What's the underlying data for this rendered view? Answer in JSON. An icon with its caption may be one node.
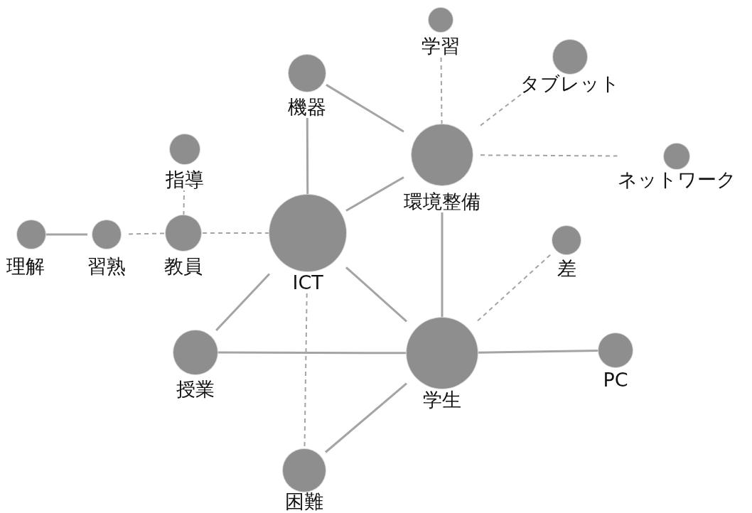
{
  "diagram": {
    "nodes": [
      {
        "text": [
          "ICT"
        ]
      },
      {
        "text": [
          "環境整備"
        ]
      },
      {
        "text": [
          "学生"
        ]
      },
      {
        "text": [
          "機器"
        ]
      },
      {
        "text": [
          "学習"
        ]
      },
      {
        "text": [
          "タブレット"
        ]
      },
      {
        "text": [
          "ネットワーク"
        ]
      },
      {
        "text": [
          "差"
        ]
      },
      {
        "text": [
          "PC"
        ]
      },
      {
        "text": [
          "授業"
        ]
      },
      {
        "text": [
          "困難"
        ]
      },
      {
        "text": [
          "教員"
        ]
      },
      {
        "text": [
          "指導"
        ]
      },
      {
        "text": [
          "習熟"
        ]
      },
      {
        "text": [
          "理解"
        ]
      }
    ],
    "edges": [
      {
        "from": 0,
        "to": 1,
        "arrow": "none"
      },
      {
        "from": 0,
        "to": 3,
        "arrow": "none"
      },
      {
        "from": 3,
        "to": 1,
        "arrow": "none"
      },
      {
        "from": 0,
        "to": 2,
        "arrow": "none"
      },
      {
        "from": 0,
        "to": 9,
        "arrow": "none"
      },
      {
        "from": 0,
        "to": 11,
        "arrow": "none",
        "style": "dashed"
      },
      {
        "from": 0,
        "to": 10,
        "arrow": "none",
        "style": "dashed"
      },
      {
        "from": 1,
        "to": 2,
        "arrow": "none"
      },
      {
        "from": 1,
        "to": 4,
        "arrow": "none",
        "style": "dashed"
      },
      {
        "from": 1,
        "to": 5,
        "arrow": "none",
        "style": "dashed"
      },
      {
        "from": 1,
        "to": 6,
        "arrow": "none",
        "style": "dashed"
      },
      {
        "from": 2,
        "to": 7,
        "arrow": "none",
        "style": "dashed"
      },
      {
        "from": 2,
        "to": 8,
        "arrow": "none"
      },
      {
        "from": 2,
        "to": 9,
        "arrow": "none"
      },
      {
        "from": 2,
        "to": 10,
        "arrow": "none"
      },
      {
        "from": 11,
        "to": 12,
        "arrow": "none",
        "style": "dashed"
      },
      {
        "from": 11,
        "to": 13,
        "arrow": "none",
        "style": "dashed"
      },
      {
        "from": 13,
        "to": 14,
        "arrow": "none"
      }
    ]
  }
}
